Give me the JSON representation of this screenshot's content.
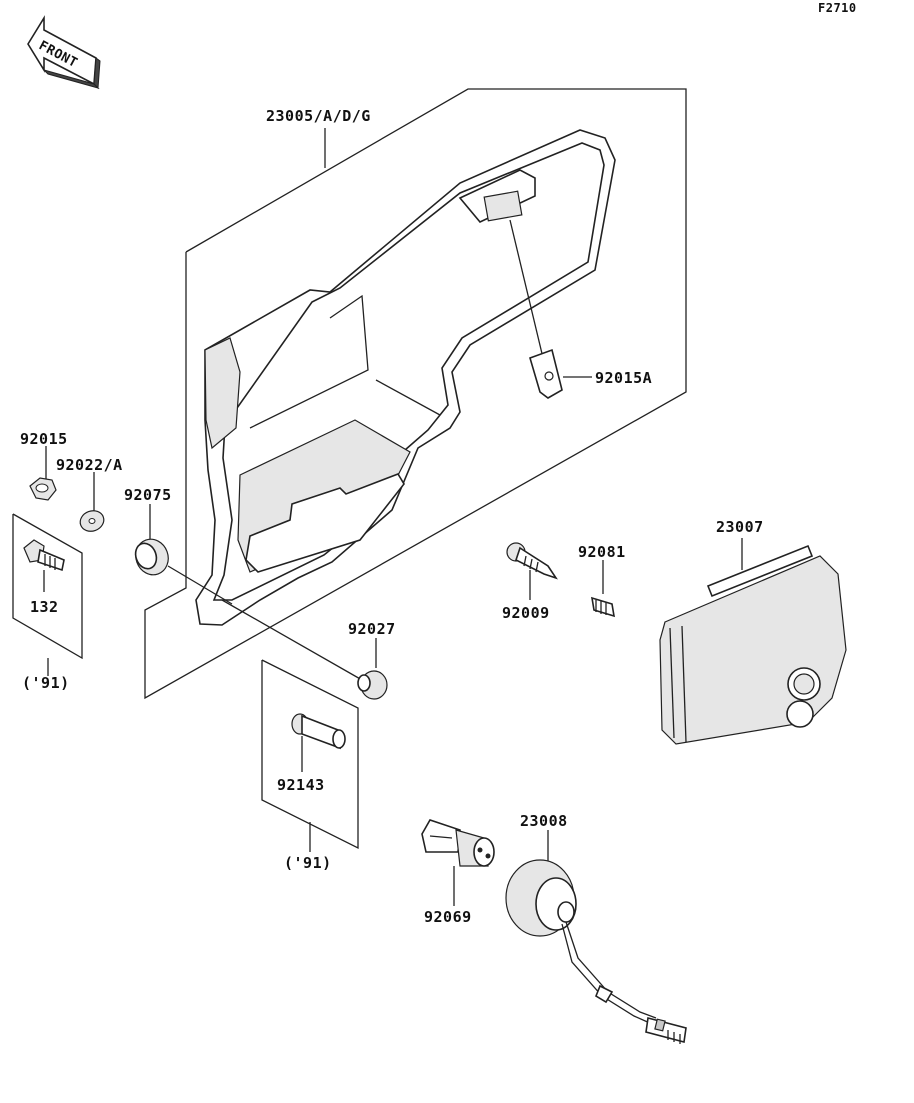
{
  "figure_code": "F2710",
  "front_arrow_text": "FRONT",
  "callouts": {
    "housing": "23005/A/D/G",
    "clip_nut": "92015A",
    "nut_92015": "92015",
    "washer": "92022/A",
    "grommet": "92075",
    "bolt": "132",
    "bolt_year": "('91)",
    "grommet_92027": "92027",
    "collar": "92143",
    "collar_year": "('91)",
    "screw": "92009",
    "spring": "92081",
    "lens": "23007",
    "bulb": "92069",
    "socket": "23008"
  },
  "icons": {
    "front_arrow": "front-arrow-icon"
  }
}
